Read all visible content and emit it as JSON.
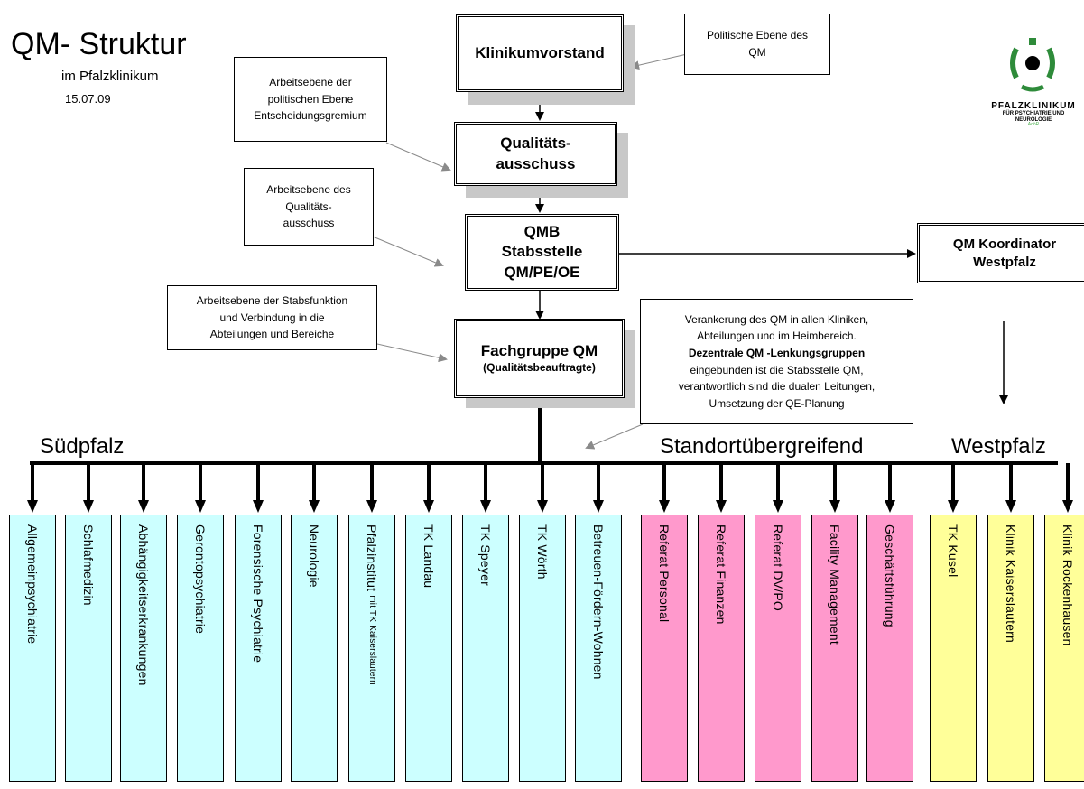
{
  "header": {
    "title": "QM- Struktur",
    "subtitle": "im Pfalzklinikum",
    "date": "15.07.09"
  },
  "logo": {
    "name": "PFALZKLINIKUM",
    "sub1": "FÜR PSYCHIATRIE UND",
    "sub2": "NEUROLOGIE",
    "tiny": "AdöR",
    "icon": "pfalzklinikum-logo-icon"
  },
  "boxes": {
    "vorstand": "Klinikumvorstand",
    "ausschuss_1": "Qualitäts-",
    "ausschuss_2": "ausschuss",
    "qmb_1": "QMB",
    "qmb_2": "Stabsstelle",
    "qmb_3": "QM/PE/OE",
    "fachgruppe_1": "Fachgruppe QM",
    "fachgruppe_2": "(Qualitätsbeauftragte)",
    "koordinator_1": "QM Koordinator",
    "koordinator_2": "Westpfalz"
  },
  "notes": {
    "politik_1": "Politische Ebene des",
    "politik_2": "QM",
    "arbeit1_1": "Arbeitsebene der",
    "arbeit1_2": "politischen Ebene",
    "arbeit1_3": "Entscheidungsgremium",
    "arbeit2_1": "Arbeitsebene des",
    "arbeit2_2": "Qualitäts-",
    "arbeit2_3": "ausschuss",
    "arbeit3_1": "Arbeitsebene der Stabsfunktion",
    "arbeit3_2": "und Verbindung in die",
    "arbeit3_3": "Abteilungen und Bereiche",
    "verank_1": "Verankerung des QM in allen Kliniken,",
    "verank_2": "Abteilungen und im Heimbereich.",
    "verank_3": "Dezentrale QM -Lenkungsgruppen",
    "verank_4": "eingebunden ist die Stabsstelle QM,",
    "verank_5": "verantwortlich sind die dualen Leitungen,",
    "verank_6": "Umsetzung der QE-Planung"
  },
  "regions": {
    "sued": "Südpfalz",
    "stand": "Standortübergreifend",
    "west": "Westpfalz"
  },
  "columns": {
    "c1": "Allgemeinpsychiatrie",
    "c2": "Schlafmedizin",
    "c3": "Abhängigkeitserkrankungen",
    "c4": "Gerontopsychiatrie",
    "c5": "Forensische Psychiatrie",
    "c6": "Neurologie",
    "c7a": "Pfalzinstitut",
    "c7b": "mit TK Kaiserslautern",
    "c8": "TK Landau",
    "c9": "TK Speyer",
    "c10": "TK Wörth",
    "c11": "Betreuen-Fördern-Wohnen",
    "c12": "Referat Personal",
    "c13": "Referat Finanzen",
    "c14": "Referat DV/PO",
    "c15": "Facility Management",
    "c16": "Geschäftsführung",
    "c17": "TK Kusel",
    "c18": "Klinik Kaiserslautern",
    "c19": "Klinik Rockenhausen"
  },
  "colors": {
    "suedpfalz": "#ccffff",
    "standortuebergreifend": "#ff99cc",
    "westpfalz": "#ffff99",
    "logo_green": "#2e8b3a"
  }
}
